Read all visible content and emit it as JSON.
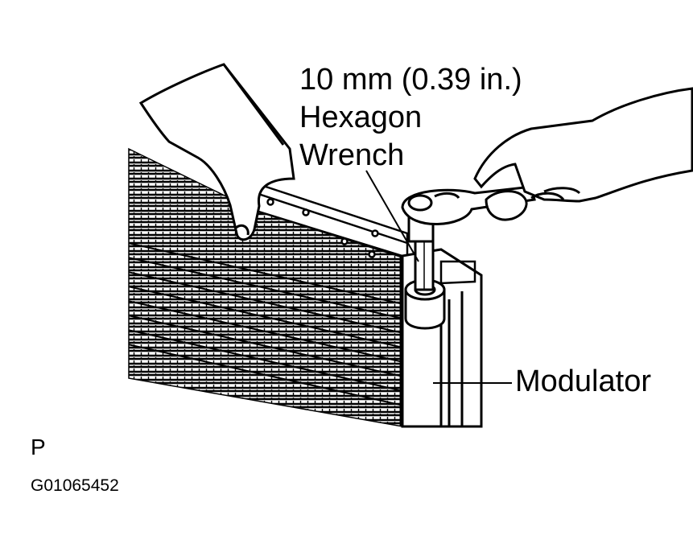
{
  "labels": {
    "tool_line1": "10 mm (0.39 in.)",
    "tool_line2": "Hexagon",
    "tool_line3": "Wrench",
    "modulator": "Modulator",
    "view_code": "P",
    "figure_id": "G01065452"
  }
}
